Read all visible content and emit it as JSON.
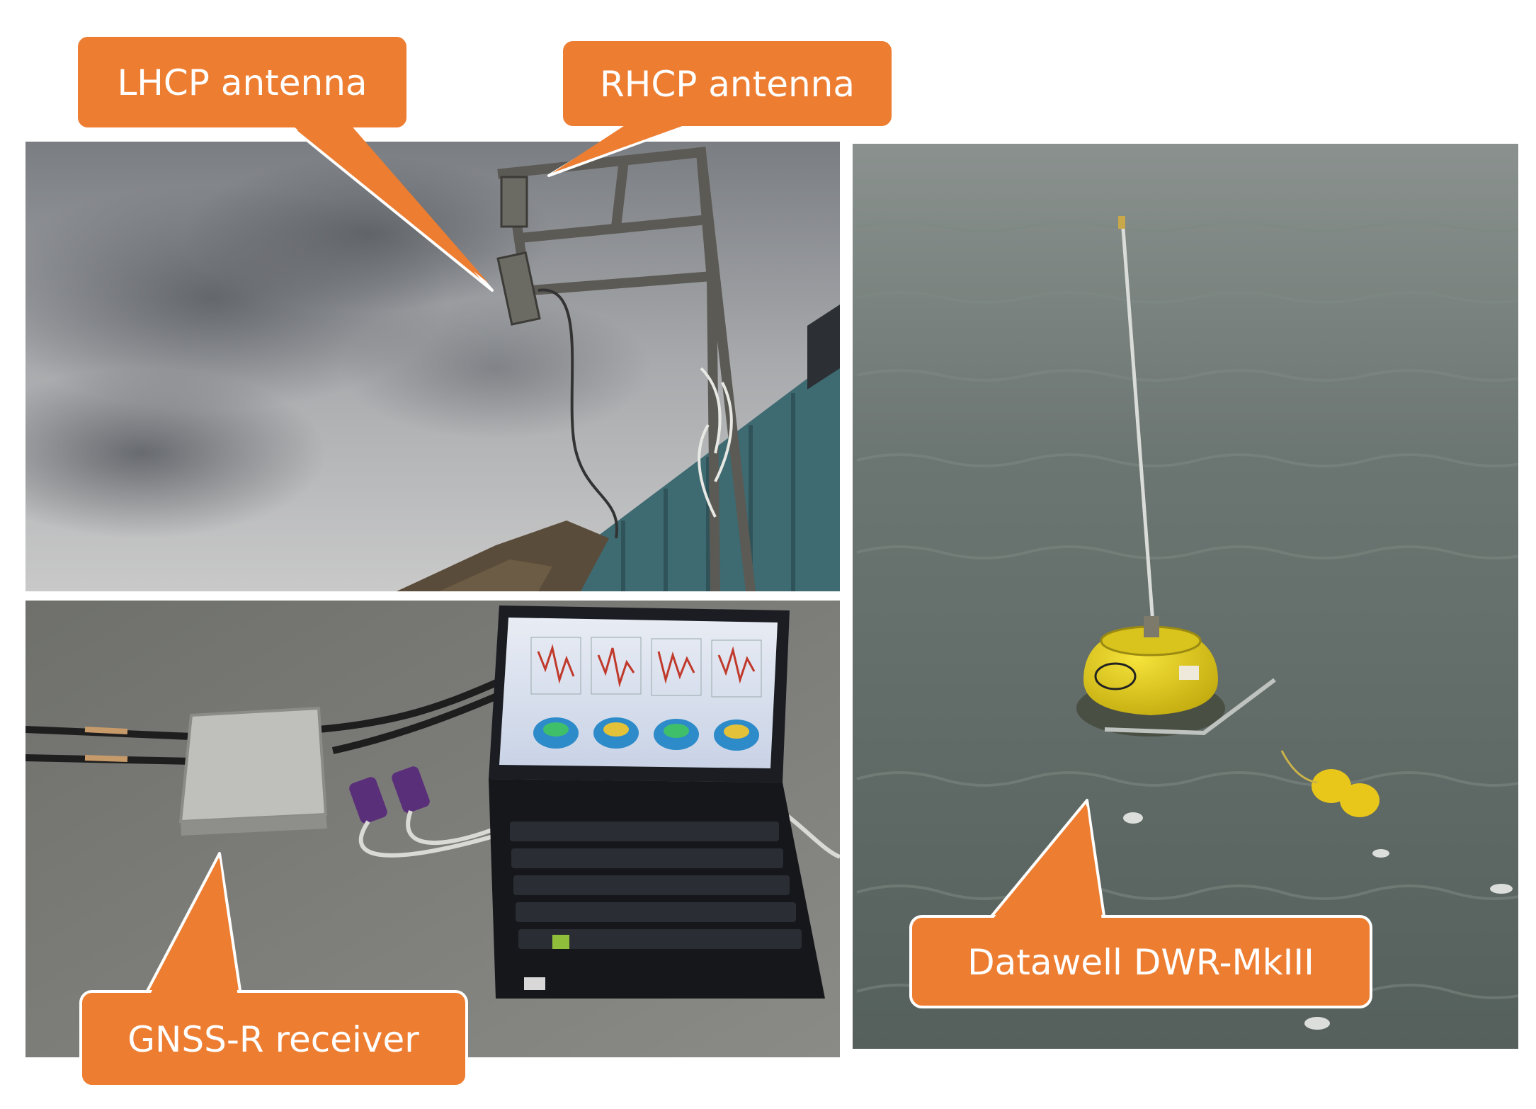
{
  "labels": {
    "lhcp": "LHCP antenna",
    "rhcp": "RHCP antenna",
    "receiver": "GNSS-R receiver",
    "buoy": "Datawell DWR-MkIII"
  },
  "colors": {
    "callout_fill": "#ED7D31",
    "callout_stroke": "#ffffff",
    "sky": "#9a9c9f",
    "water": "#5f6b66",
    "buoy_yellow": "#e8d21b",
    "container": "#3e6a72",
    "table": "#7b7c78"
  }
}
